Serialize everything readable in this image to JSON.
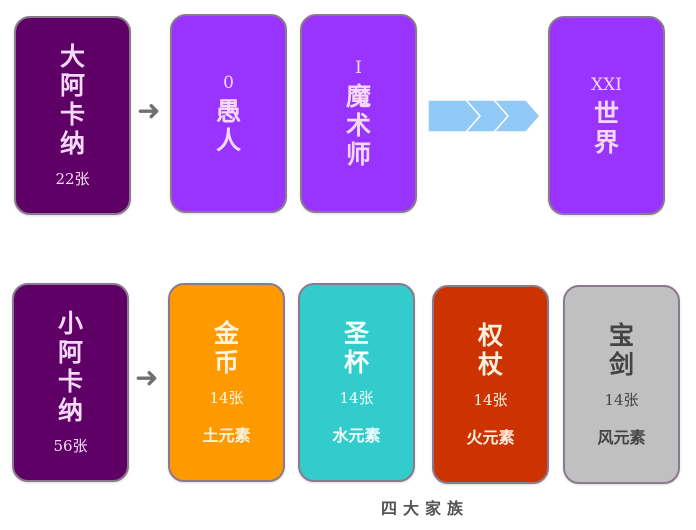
{
  "major_arcana": {
    "title": "大阿卡纳",
    "count": "22张",
    "color": "#5f0067",
    "cards": [
      {
        "numeral": "0",
        "name": "愚人",
        "color": "#9933ff"
      },
      {
        "numeral": "I",
        "name": "魔术师",
        "color": "#9933ff"
      },
      {
        "numeral": "XXI",
        "name": "世界",
        "color": "#9933ff"
      }
    ],
    "arrow_icon": "right-arrow-icon",
    "chevron_icon": "triple-chevron-icon",
    "chevron_color": "#90c8f6"
  },
  "minor_arcana": {
    "title": "小阿卡纳",
    "count": "56张",
    "color": "#5f0067",
    "suits": [
      {
        "name": "金币",
        "count": "14张",
        "element": "土元素",
        "color": "#ff9900",
        "text_color": "#fff4e0"
      },
      {
        "name": "圣杯",
        "count": "14张",
        "element": "水元素",
        "color": "#33cccc",
        "text_color": "#f4ffff"
      },
      {
        "name": "权杖",
        "count": "14张",
        "element": "火元素",
        "color": "#cc3300",
        "text_color": "#fff0e0"
      },
      {
        "name": "宝剑",
        "count": "14张",
        "element": "风元素",
        "color": "#c0c0c0",
        "text_color": "#444444"
      }
    ],
    "caption": "四大家族"
  }
}
